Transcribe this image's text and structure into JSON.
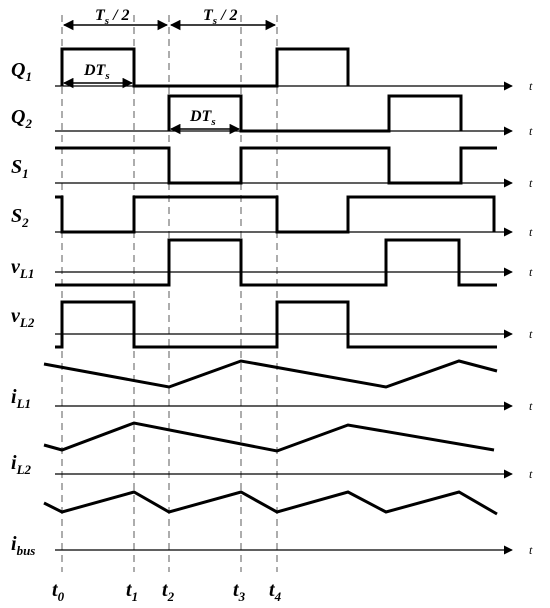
{
  "annotations": {
    "half_period_left": "T",
    "half_period_left_sub": "s",
    "half_period_left_suffix": " / 2",
    "half_period_right": "T",
    "half_period_right_sub": "s",
    "half_period_right_suffix": " / 2",
    "duty_q1": "DT",
    "duty_q1_sub": "s",
    "duty_q2": "DT",
    "duty_q2_sub": "s"
  },
  "axis_label": "t",
  "signals": [
    {
      "name": "Q",
      "sub": "1"
    },
    {
      "name": "Q",
      "sub": "2"
    },
    {
      "name": "S",
      "sub": "1"
    },
    {
      "name": "S",
      "sub": "2"
    },
    {
      "name": "v",
      "sub": "L1"
    },
    {
      "name": "v",
      "sub": "L2"
    },
    {
      "name": "i",
      "sub": "L1"
    },
    {
      "name": "i",
      "sub": "L2"
    },
    {
      "name": "i",
      "sub": "bus"
    }
  ],
  "time_marks": [
    {
      "name": "t",
      "sub": "0"
    },
    {
      "name": "t",
      "sub": "1"
    },
    {
      "name": "t",
      "sub": "2"
    },
    {
      "name": "t",
      "sub": "3"
    },
    {
      "name": "t",
      "sub": "4"
    }
  ]
}
